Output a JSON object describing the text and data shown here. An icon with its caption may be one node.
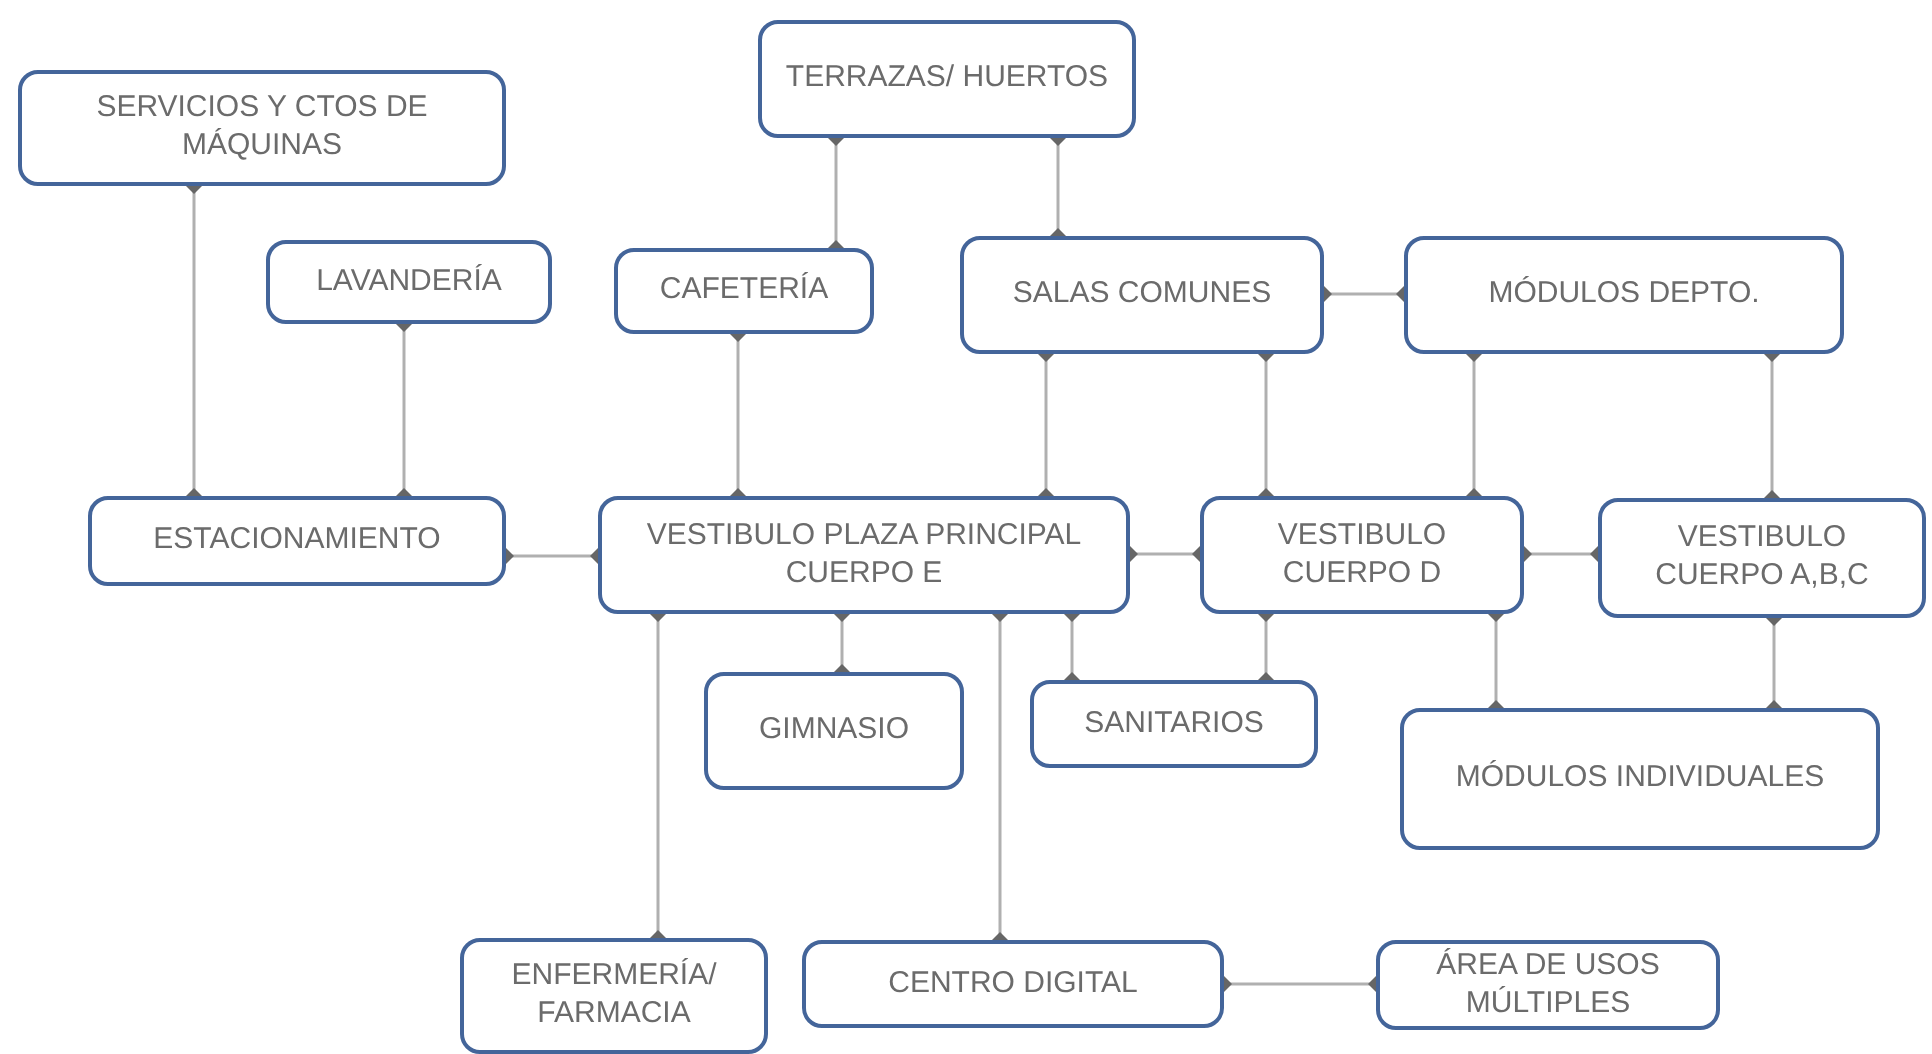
{
  "diagram": {
    "nodes": [
      {
        "text": [
          "SERVICIOS Y CTOS DE MÁQUINAS"
        ]
      },
      {
        "text": [
          "TERRAZAS/ HUERTOS"
        ]
      },
      {
        "text": [
          "LAVANDERÍA"
        ]
      },
      {
        "text": [
          "CAFETERÍA"
        ]
      },
      {
        "text": [
          "SALAS COMUNES"
        ]
      },
      {
        "text": [
          "MÓDULOS DEPTO."
        ]
      },
      {
        "text": [
          "ESTACIONAMIENTO"
        ]
      },
      {
        "text": [
          "VESTIBULO PLAZA PRINCIPAL CUERPO E"
        ]
      },
      {
        "text": [
          "VESTIBULO CUERPO D"
        ]
      },
      {
        "text": [
          "VESTIBULO CUERPO A,B,C"
        ]
      },
      {
        "text": [
          "GIMNASIO"
        ]
      },
      {
        "text": [
          "SANITARIOS"
        ]
      },
      {
        "text": [
          "MÓDULOS INDIVIDUALES"
        ]
      },
      {
        "text": [
          "ENFERMERÍA/ FARMACIA"
        ]
      },
      {
        "text": [
          "CENTRO DIGITAL"
        ]
      },
      {
        "text": [
          "ÁREA DE USOS MÚLTIPLES"
        ]
      }
    ],
    "edges": [
      {
        "from": 0,
        "to": 6,
        "arrow": "other"
      },
      {
        "from": 2,
        "to": 6,
        "arrow": "other"
      },
      {
        "from": 1,
        "to": 3,
        "arrow": "other"
      },
      {
        "from": 1,
        "to": 4,
        "arrow": "other"
      },
      {
        "from": 3,
        "to": 7,
        "arrow": "other"
      },
      {
        "from": 4,
        "to": 7,
        "arrow": "other"
      },
      {
        "from": 4,
        "to": 8,
        "arrow": "other"
      },
      {
        "from": 4,
        "to": 5,
        "arrow": "other"
      },
      {
        "from": 5,
        "to": 8,
        "arrow": "other"
      },
      {
        "from": 5,
        "to": 9,
        "arrow": "other"
      },
      {
        "from": 7,
        "to": 6,
        "arrow": "other"
      },
      {
        "from": 7,
        "to": 8,
        "arrow": "other"
      },
      {
        "from": 8,
        "to": 9,
        "arrow": "other"
      },
      {
        "from": 7,
        "to": 10,
        "arrow": "other"
      },
      {
        "from": 7,
        "to": 11,
        "arrow": "other"
      },
      {
        "from": 8,
        "to": 11,
        "arrow": "other"
      },
      {
        "from": 8,
        "to": 12,
        "arrow": "other"
      },
      {
        "from": 9,
        "to": 12,
        "arrow": "other"
      },
      {
        "from": 7,
        "to": 13,
        "arrow": "other"
      },
      {
        "from": 7,
        "to": 14,
        "arrow": "other"
      },
      {
        "from": 14,
        "to": 15,
        "arrow": "other"
      }
    ]
  }
}
